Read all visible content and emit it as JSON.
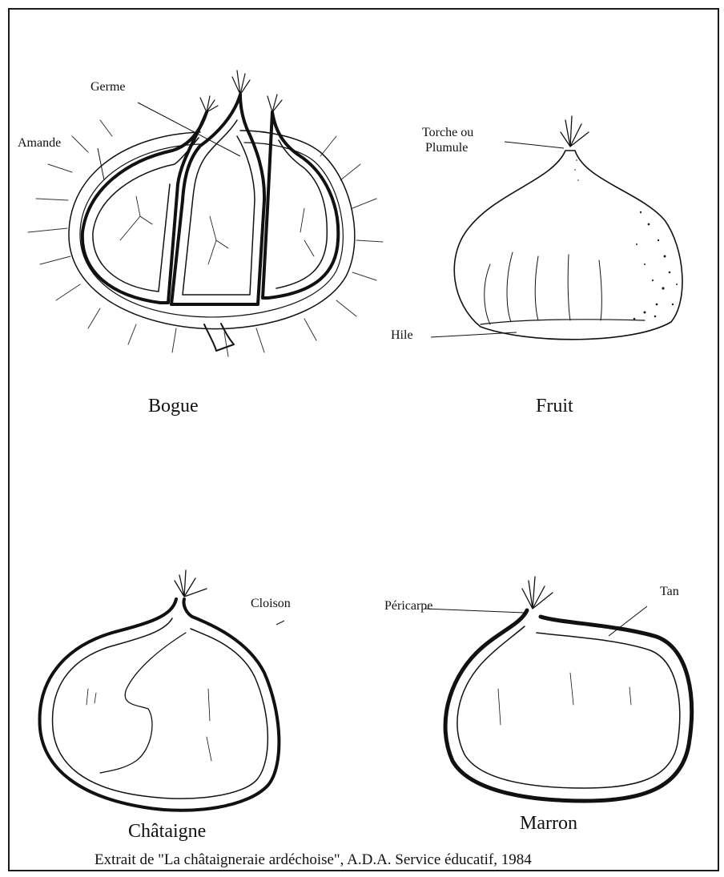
{
  "labels": {
    "germe": "Germe",
    "amande": "Amande",
    "torche": "Torche ou",
    "plumule": "Plumule",
    "hile": "Hile",
    "cloison": "Cloison",
    "pericarpe": "Péricarpe",
    "tan": "Tan"
  },
  "captions": {
    "bogue": "Bogue",
    "fruit": "Fruit",
    "chataigne": "Châtaigne",
    "marron": "Marron"
  },
  "credit": "Extrait de \"La châtaigneraie ardéchoise\", A.D.A. Service éducatif, 1984"
}
